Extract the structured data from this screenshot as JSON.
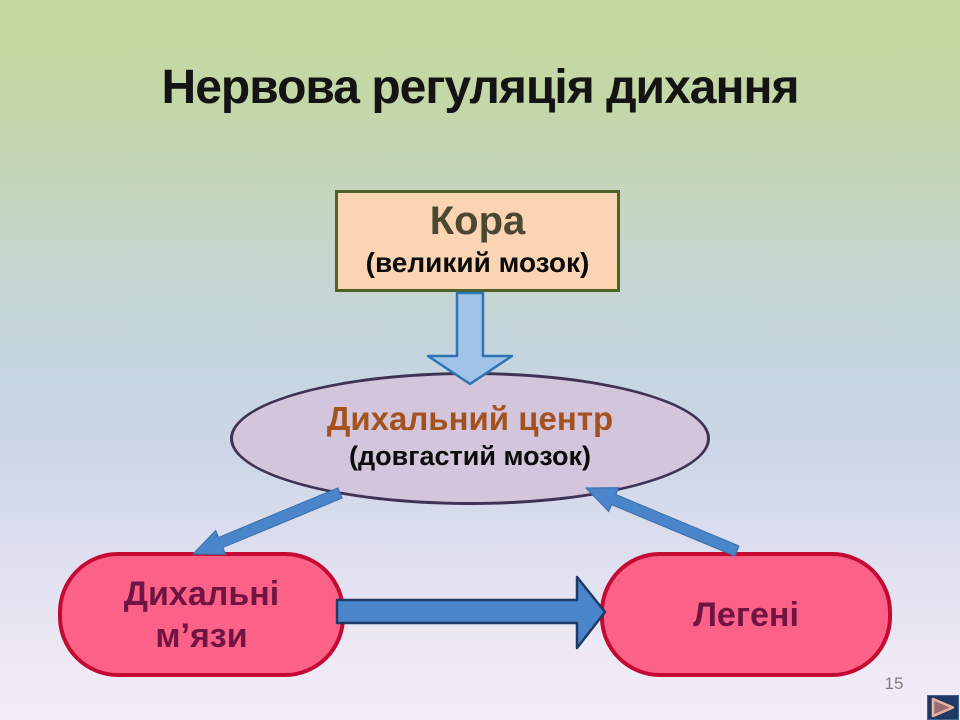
{
  "slide": {
    "title": "Нервова регуляція дихання",
    "page_number": "15"
  },
  "nodes": {
    "cortex": {
      "title": "Кора",
      "subtitle": "(великий мозок)"
    },
    "center": {
      "title": "Дихальний центр",
      "subtitle": "(довгастий мозок)"
    },
    "muscles": {
      "line1": "Дихальні",
      "line2": "м’язи"
    },
    "lungs": {
      "label": "Легені"
    }
  },
  "arrows": {
    "cortex_to_center": "down-block-arrow",
    "center_to_muscles": "diagonal-arrow-down-left",
    "lungs_to_center": "diagonal-arrow-up-left",
    "muscles_to_lungs": "right-block-arrow"
  },
  "icons": {
    "next_slide": "play-triangle-right-icon"
  },
  "colors": {
    "background_top": "#c4d89e",
    "background_middle": "#c5d5e0",
    "background_bottom": "#f2edf8",
    "cortex_fill": "#fbd5b3",
    "cortex_border": "#4f6228",
    "cortex_text": "#4b4731",
    "center_fill": "#d3c5db",
    "center_border": "#3f3254",
    "center_text": "#a4521d",
    "capsule_fill": "#fc6287",
    "capsule_border": "#c40a33",
    "capsule_text": "#701444",
    "arrow_light_fill": "#a0c3e7",
    "arrow_light_border": "#2e74b5",
    "arrow_medium_fill": "#4a85cb",
    "arrow_dark_border": "#1f3864",
    "nav_button_bg": "#1f3864",
    "nav_triangle_outline": "#e9b49b",
    "nav_triangle_fill": "#996b75",
    "title_text": "#141414",
    "page_number_text": "#7f7f7f"
  }
}
